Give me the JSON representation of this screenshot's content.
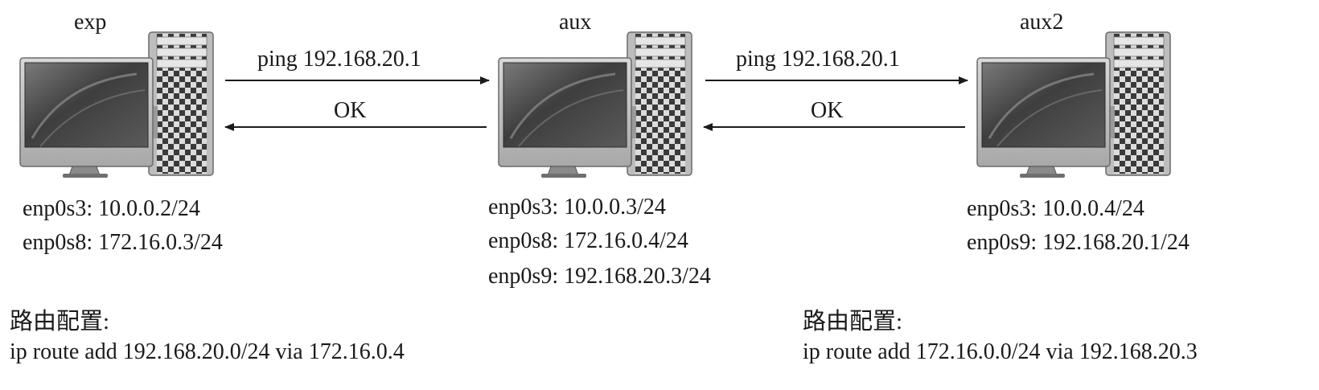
{
  "hosts": [
    {
      "name": "exp",
      "interfaces": [
        "enp0s3: 10.0.0.2/24",
        "enp0s8: 172.16.0.3/24"
      ]
    },
    {
      "name": "aux",
      "interfaces": [
        "enp0s3: 10.0.0.3/24",
        "enp0s8: 172.16.0.4/24",
        "enp0s9: 192.168.20.3/24"
      ]
    },
    {
      "name": "aux2",
      "interfaces": [
        "enp0s3: 10.0.0.4/24",
        "enp0s9: 192.168.20.1/24"
      ]
    }
  ],
  "links": [
    {
      "request": "ping 192.168.20.1",
      "reply": "OK"
    },
    {
      "request": "ping 192.168.20.1",
      "reply": "OK"
    }
  ],
  "routes": [
    {
      "title": "路由配置:",
      "command": "ip route add 192.168.20.0/24 via 172.16.0.4"
    },
    {
      "title": "路由配置:",
      "command": "ip route add 172.16.0.0/24 via 192.168.20.3"
    }
  ]
}
